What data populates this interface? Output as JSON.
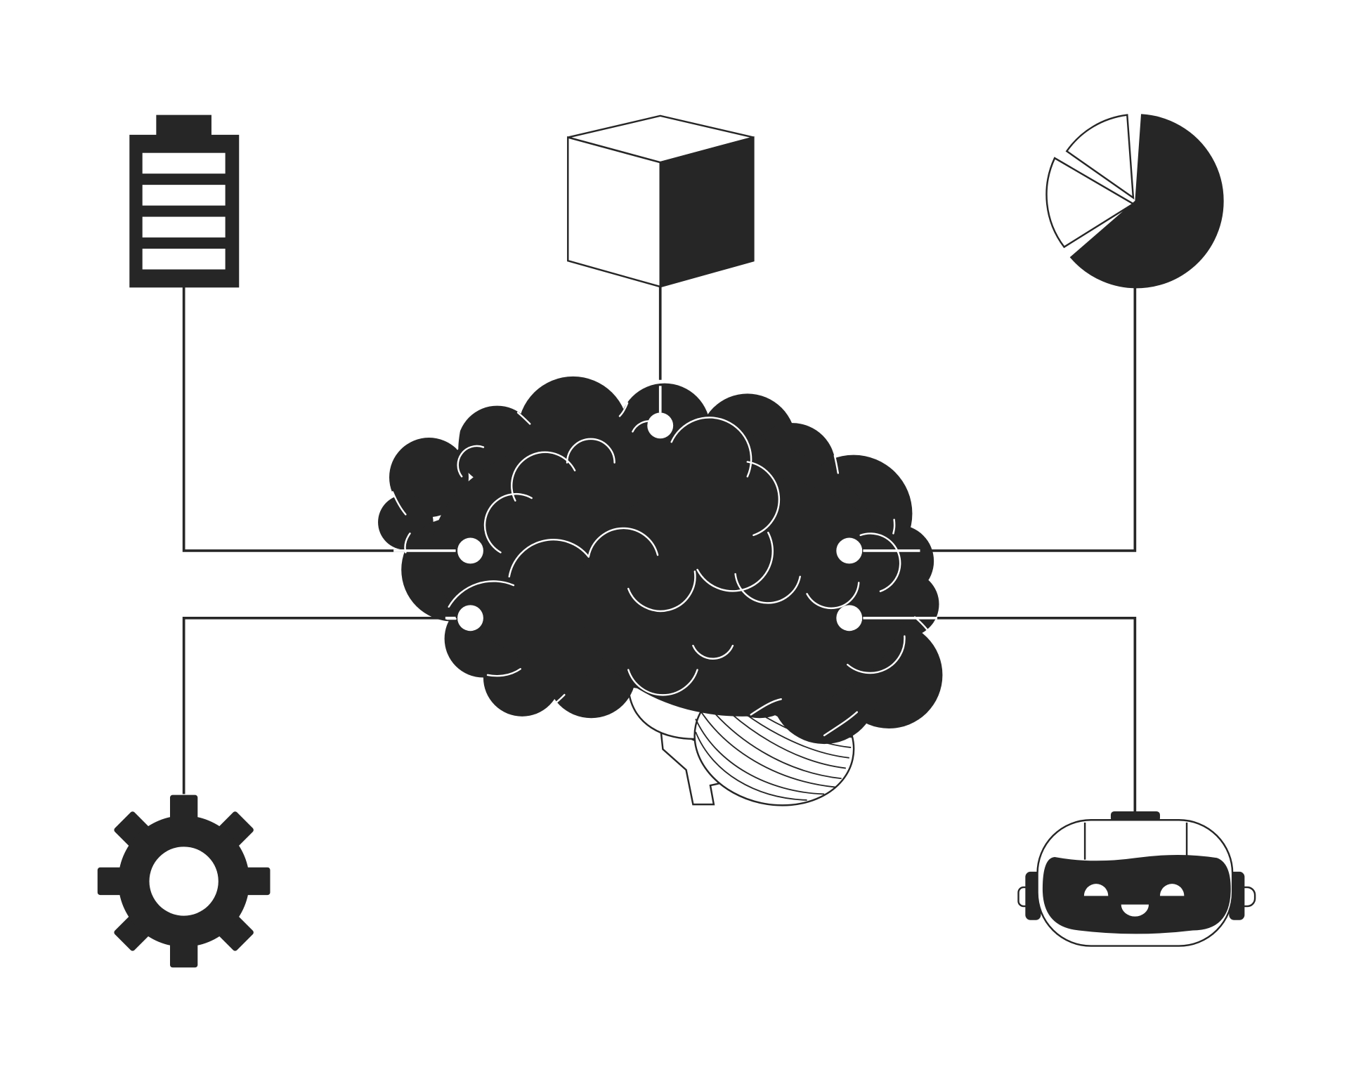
{
  "colors": {
    "ink": "#262626",
    "paper": "#ffffff"
  },
  "hub": {
    "icon": "brain-icon"
  },
  "nodes": [
    {
      "name": "battery",
      "icon": "battery-icon"
    },
    {
      "name": "cube",
      "icon": "cube-icon"
    },
    {
      "name": "pie-chart",
      "icon": "pie-chart-icon"
    },
    {
      "name": "gear",
      "icon": "gear-icon"
    },
    {
      "name": "robot-head",
      "icon": "robot-head-icon"
    }
  ]
}
